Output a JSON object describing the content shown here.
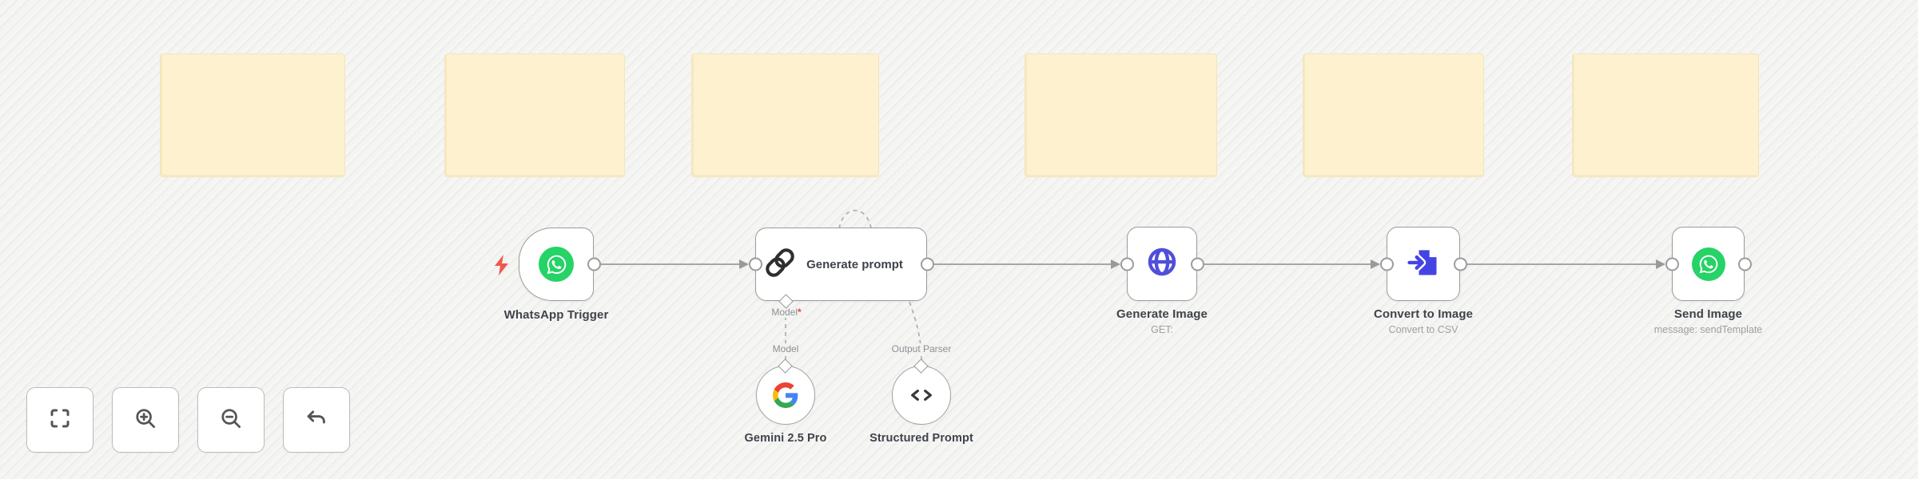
{
  "canvas": {
    "type": "workflow-editor-canvas",
    "sticky_note_count": 6,
    "colors": {
      "background": "#f3f3f1",
      "sticky_note_fill": "#fdf1d0",
      "sticky_note_border": "#f2e6ba",
      "node_border": "#9c9c9c",
      "connection_line": "#a6a6a6",
      "node_label_text": "#3f434a",
      "node_subtitle_text": "#9ea0a4",
      "whatsapp_green": "#25d366",
      "http_globe_indigo": "#504fd9",
      "convert_file_blue": "#4643e5",
      "trigger_bolt_red": "#f2574d",
      "required_asterisk_red": "#e0493f",
      "google_blue": "#4285F4",
      "google_red": "#EA4335",
      "google_yellow": "#FBBC05",
      "google_green": "#34A853"
    }
  },
  "nodes": [
    {
      "id": "whatsapp-trigger",
      "label": "WhatsApp Trigger",
      "subtitle": "",
      "icon": "whatsapp-icon",
      "type": "trigger"
    },
    {
      "id": "generate-prompt",
      "label": "Generate prompt",
      "subtitle": "",
      "icon": "chain-link-icon",
      "type": "llm-chain"
    },
    {
      "id": "generate-image",
      "label": "Generate Image",
      "subtitle": "GET:",
      "icon": "globe-icon",
      "type": "http-request"
    },
    {
      "id": "convert-to-image",
      "label": "Convert to Image",
      "subtitle": "Convert to CSV",
      "icon": "file-import-icon",
      "type": "convert-to-file"
    },
    {
      "id": "send-image",
      "label": "Send Image",
      "subtitle": "message: sendTemplate",
      "icon": "whatsapp-icon",
      "type": "whatsapp"
    }
  ],
  "sub_nodes": [
    {
      "id": "gemini-model",
      "label": "Gemini 2.5 Pro",
      "connector_label": "Model",
      "icon": "google-g-icon"
    },
    {
      "id": "structured-prompt",
      "label": "Structured Prompt",
      "connector_label": "Output Parser",
      "icon": "code-brackets-icon"
    }
  ],
  "ai_ports": {
    "model_label": "Model",
    "required_mark": "*"
  },
  "controls": [
    {
      "id": "fit-view",
      "icon": "fit-view-icon"
    },
    {
      "id": "zoom-in",
      "icon": "zoom-in-icon"
    },
    {
      "id": "zoom-out",
      "icon": "zoom-out-icon"
    },
    {
      "id": "undo",
      "icon": "undo-icon"
    }
  ]
}
